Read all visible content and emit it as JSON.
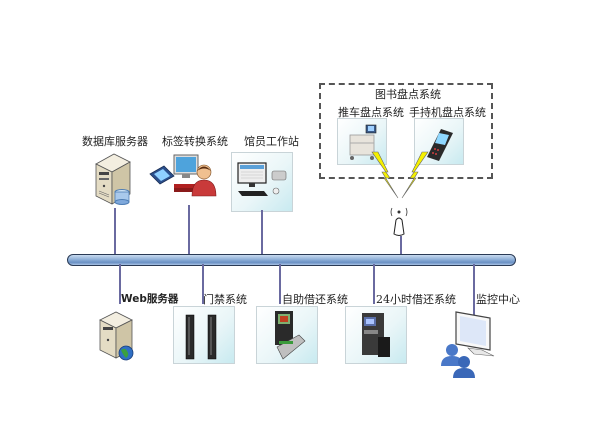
{
  "diagram": {
    "title": "",
    "top_nodes": [
      {
        "id": "db-server",
        "label": "数据库服务器",
        "icon": "database-server-icon"
      },
      {
        "id": "tag-conversion",
        "label": "标签转换系统",
        "icon": "tag-conversion-workstation-icon"
      },
      {
        "id": "librarian-station",
        "label": "馆员工作站",
        "icon": "librarian-workstation-icon"
      }
    ],
    "inventory_group": {
      "label": "图书盘点系统",
      "members": [
        {
          "id": "cart-inventory",
          "label": "推车盘点系统",
          "icon": "inventory-cart-icon"
        },
        {
          "id": "handheld-inventory",
          "label": "手持机盘点系统",
          "icon": "handheld-reader-icon"
        }
      ],
      "connection": "wireless",
      "access_point_icon": "wireless-access-point-icon"
    },
    "bus": {
      "label": "",
      "type": "network-backbone"
    },
    "bottom_nodes": [
      {
        "id": "web-server",
        "label": "Web服务器",
        "icon": "web-server-icon"
      },
      {
        "id": "access-control",
        "label": "门禁系统",
        "icon": "security-gate-icon"
      },
      {
        "id": "self-service",
        "label": "自助借还系统",
        "icon": "self-checkout-kiosk-icon"
      },
      {
        "id": "24h-return",
        "label": "24小时借还系统",
        "icon": "atm-return-machine-icon"
      },
      {
        "id": "monitoring",
        "label": "监控中心",
        "icon": "monitoring-center-icon"
      }
    ],
    "colors": {
      "bus_fill": "#8fb0d8",
      "bus_border": "#2a3a55",
      "connector": "#6a6aa0",
      "lightning": "#f5f000",
      "card_bg": "#eaf6f8",
      "dashed_border": "#555555"
    }
  }
}
